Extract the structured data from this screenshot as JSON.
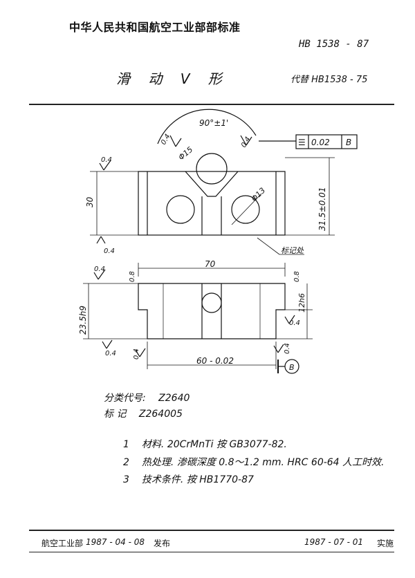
{
  "header": {
    "org": "中华人民共和国航空工业部部标准",
    "code": "HB 1538 - 87",
    "title": "滑 动 V 形",
    "replaces": "代替 HB1538 - 75"
  },
  "drawing": {
    "angle": "90°±1'",
    "tolerance_frame": {
      "symbol": "☰",
      "value": "0.02",
      "datum": "B"
    },
    "roughness": "0.4",
    "dims": {
      "hole_small": "Φ15",
      "hole_large": "Φ13",
      "height_top": "30",
      "height_v": "31.5±0.01",
      "marking": "标记处",
      "width": "70",
      "step_left": "0.8",
      "step_right": "0.8",
      "height_front": "23.5h9",
      "height_right": "12h6",
      "base_width": "60 - 0.02",
      "datum": "B"
    }
  },
  "classification": {
    "code_label": "分类代号:",
    "code_value": "Z2640",
    "mark_label": "标    记",
    "mark_value": "Z264005"
  },
  "notes": [
    {
      "num": "1",
      "text": "材料. 20CrMnTi 按 GB3077-82."
    },
    {
      "num": "2",
      "text": "热处理. 渗碳深度 0.8～1.2 mm. HRC 60-64 人工时效."
    },
    {
      "num": "3",
      "text": "技术条件. 按 HB1770-87"
    }
  ],
  "footer": {
    "issuer": "航空工业部",
    "issue_date": "1987 - 04 - 08",
    "issue_label": "发布",
    "effective_date": "1987 - 07 - 01",
    "effective_label": "实施"
  }
}
